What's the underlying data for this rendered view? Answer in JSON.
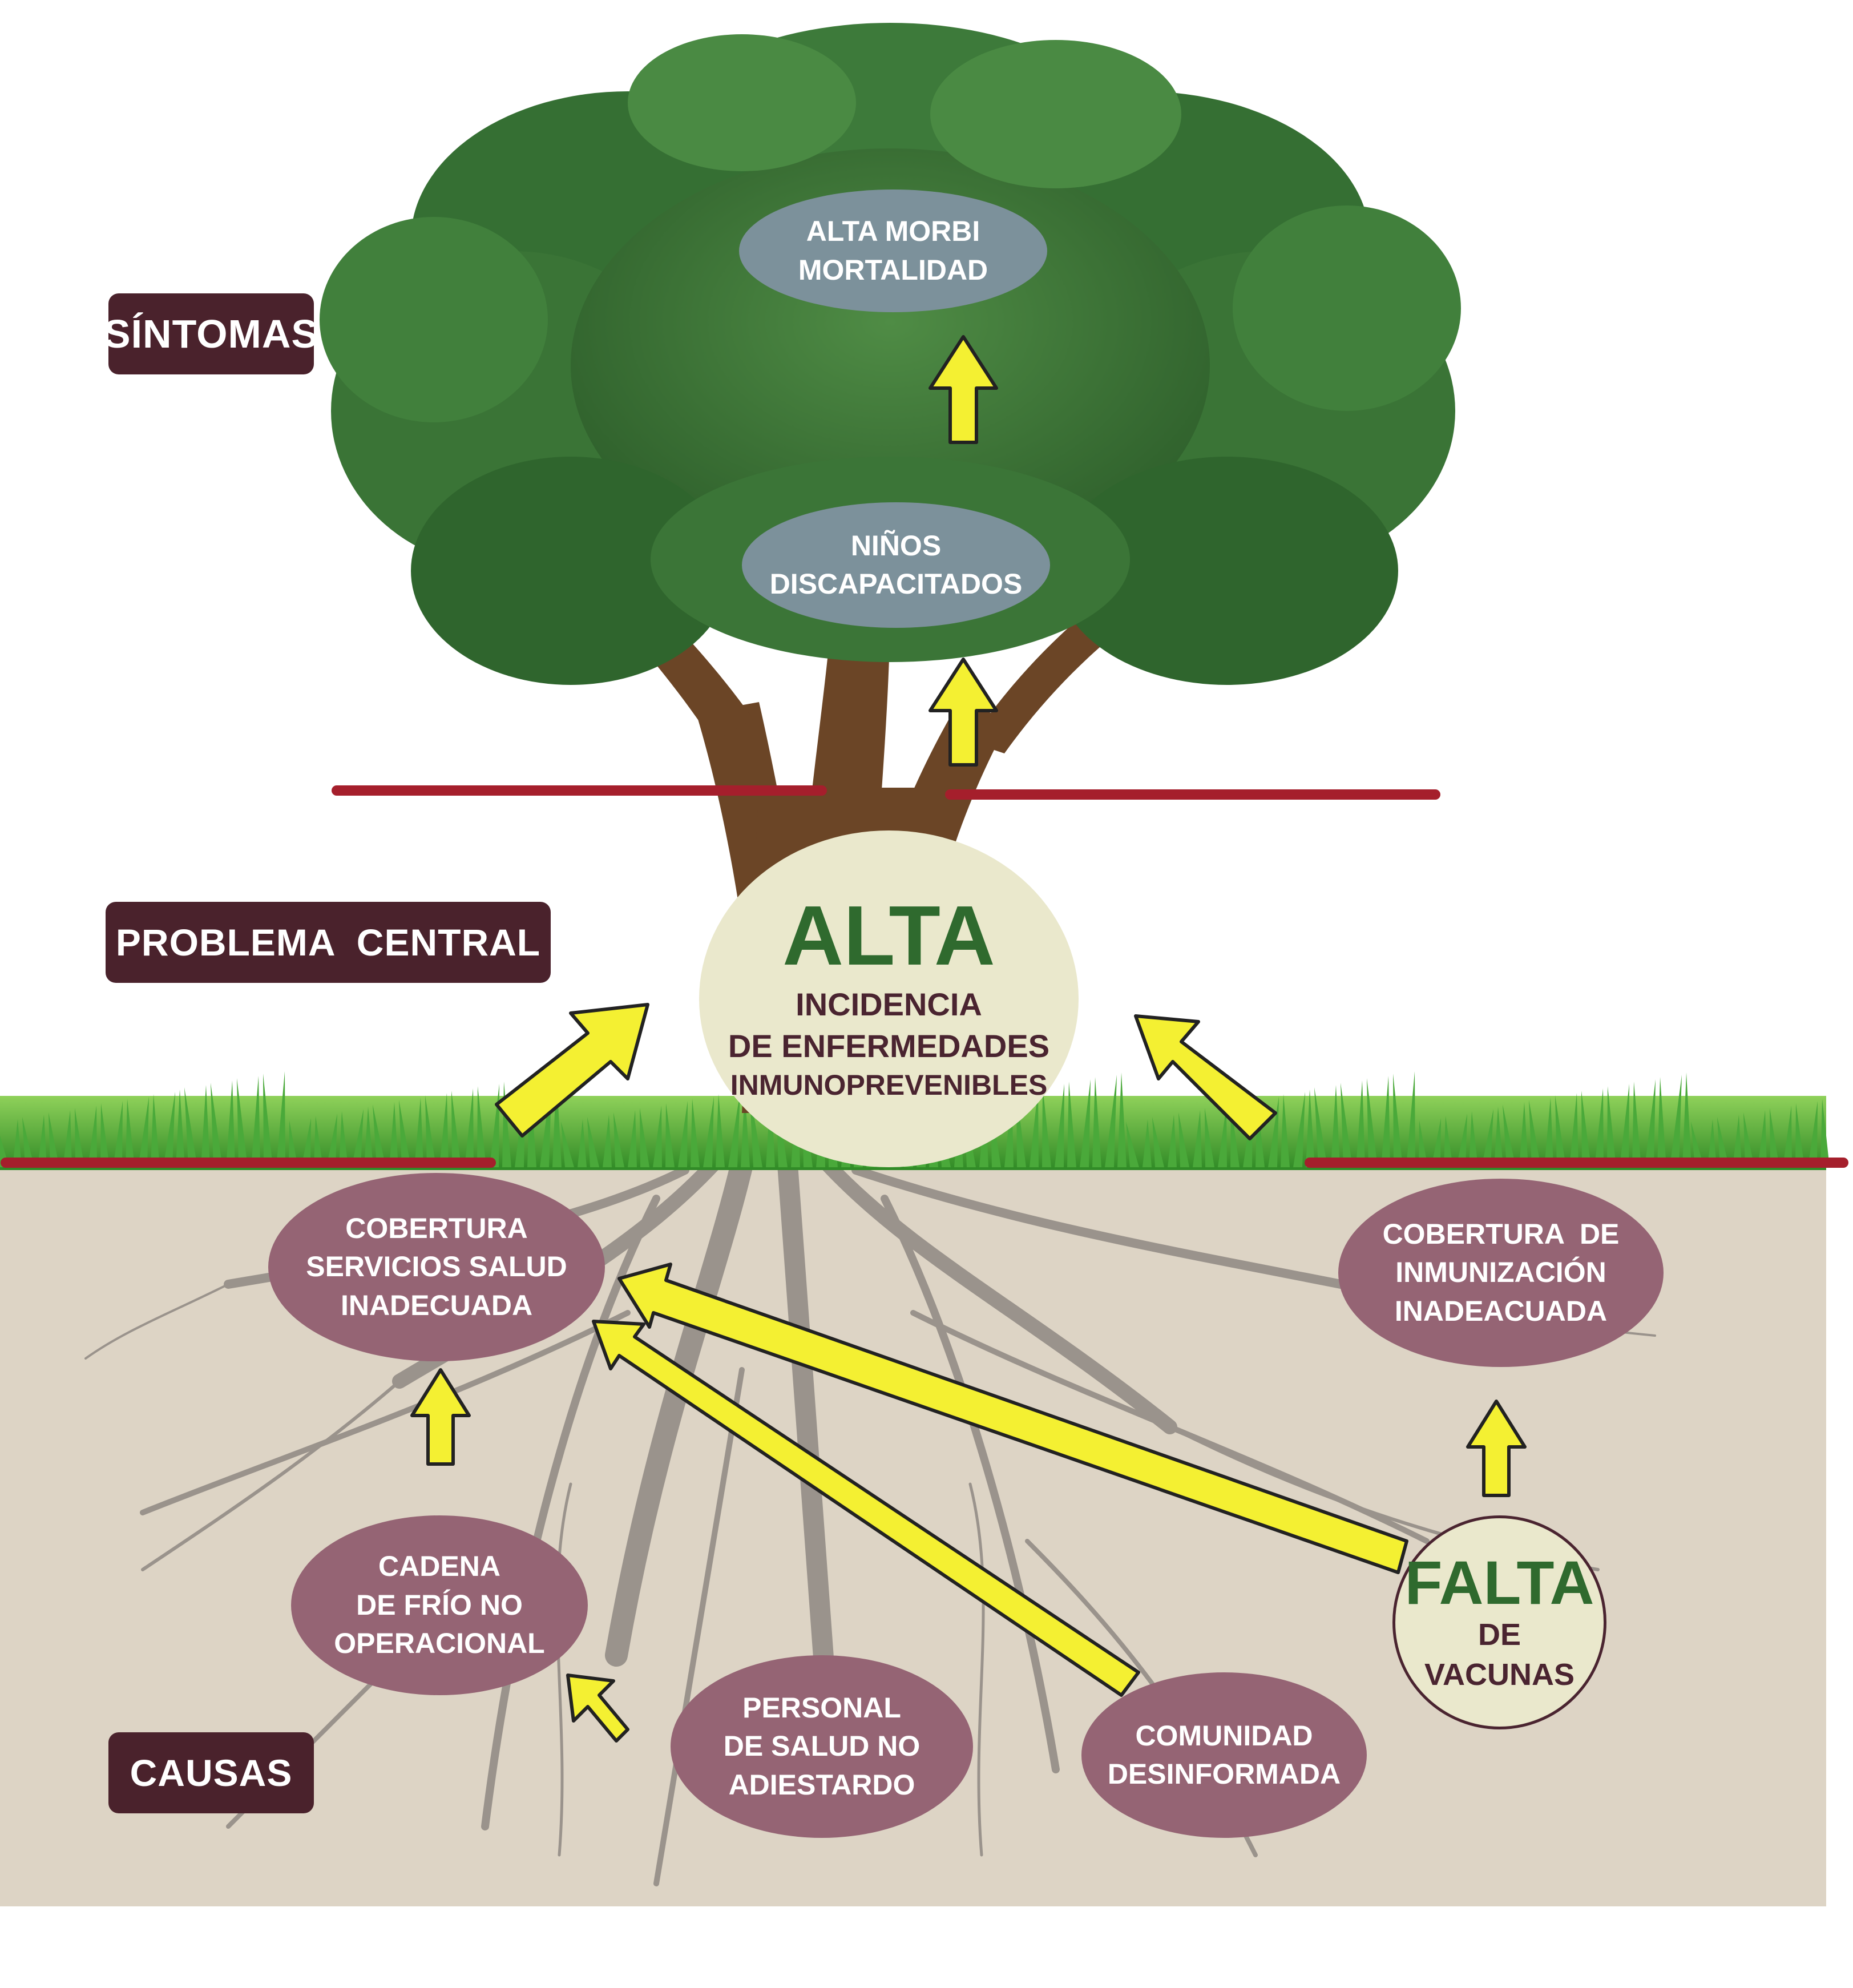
{
  "section_labels": {
    "symptoms": "SÍNTOMAS",
    "central_problem": "PROBLEMA  CENTRAL",
    "causes": "CAUSAS"
  },
  "symptoms": {
    "top": [
      "ALTA MORBI",
      "MORTALIDAD"
    ],
    "middle": [
      "NIÑOS",
      "DISCAPACITADOS"
    ]
  },
  "central_problem": {
    "headline": "ALTA",
    "lines": [
      "INCIDENCIA",
      "DE ENFERMEDADES",
      "INMUNOPREVENIBLES"
    ]
  },
  "causes": {
    "health_services": [
      "COBERTURA",
      "SERVICIOS SALUD",
      "INADECUADA"
    ],
    "immunization": [
      "COBERTURA  DE",
      "INMUNIZACIÓN",
      "INADEACUADA"
    ],
    "cold_chain": [
      "CADENA",
      "DE FRÍO NO",
      "OPERACIONAL"
    ],
    "staff": [
      "PERSONAL",
      "DE SALUD NO",
      "ADIESTARDO"
    ],
    "community": [
      "COMUNIDAD",
      "DESINFORMADA"
    ],
    "vaccines": {
      "headline": "FALTA",
      "lines": [
        "DE",
        "VACUNAS"
      ]
    }
  },
  "colors": {
    "label_bg": "#4a222c",
    "symptom_oval": "#7c919b",
    "cause_oval": "#956474",
    "center_fill": "#eae8cc",
    "headline_green": "#2f6a2e",
    "arrow_yellow": "#f4f032",
    "divider_red": "#a51f2c",
    "soil": "#ddd4c5",
    "grass": "#3f9a2e",
    "foliage": "#3d7a3a",
    "trunk": "#6b4526"
  }
}
